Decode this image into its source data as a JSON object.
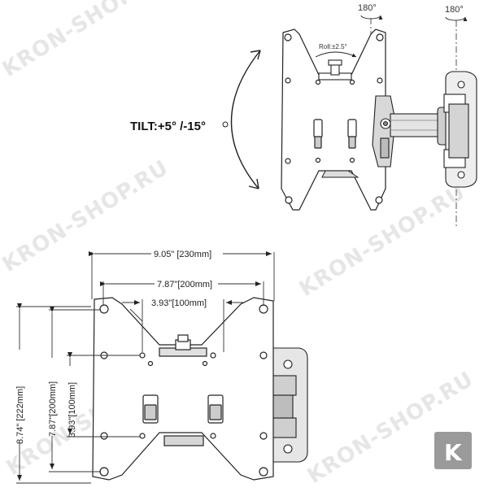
{
  "watermark": {
    "text": "KRON-SHOP.RU",
    "color": "#e6e6e6"
  },
  "top_view": {
    "rotation_left": "180°",
    "rotation_right": "180°",
    "roll_label": "Roll:±2.5°",
    "tilt_label": "TILT:+5° /-15°"
  },
  "dimensions": {
    "width_outer": "9.05\" [230mm]",
    "width_mid": "7.87\"[200mm]",
    "width_inner": "3.93\"[100mm]",
    "height_outer": "8.74\" [222mm]",
    "height_mid": "7.87\"[200mm]",
    "height_inner": "3.93\"[100mm]"
  },
  "logo": {
    "letter": "K",
    "background": "#9a9a9a"
  }
}
